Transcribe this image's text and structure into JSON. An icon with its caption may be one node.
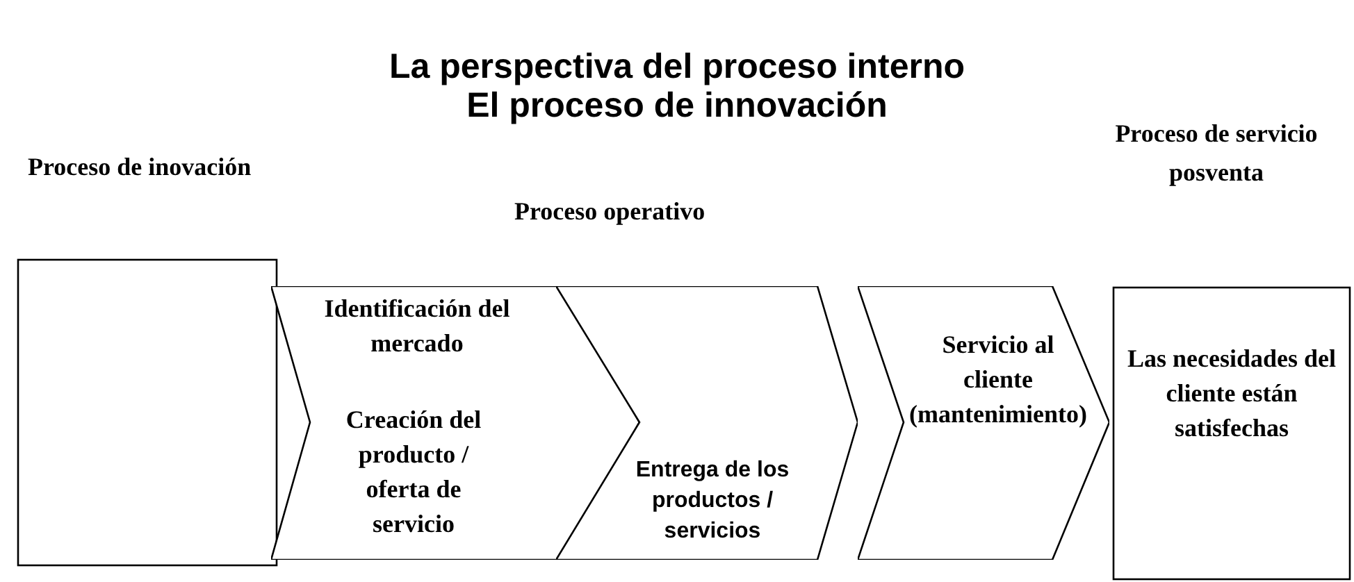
{
  "diagram": {
    "title": "La perspectiva del proceso interno",
    "nodes": [
      {
        "text": [],
        "shape": "box"
      },
      {
        "text": [
          "Identificación del mercado",
          "Creación del producto / oferta de servicio"
        ]
      },
      {
        "text": [
          "Entrega de los productos / servicios"
        ]
      },
      {
        "text": [
          "Servicio al cliente (mantenimiento)"
        ]
      },
      {
        "text": [
          "Las necesidades del cliente están satisfechas"
        ]
      }
    ],
    "edges": [],
    "labels": [
      "El proceso de innovación",
      "Proceso de inovación",
      "Proceso operativo",
      "Proceso de servicio posventa"
    ]
  }
}
